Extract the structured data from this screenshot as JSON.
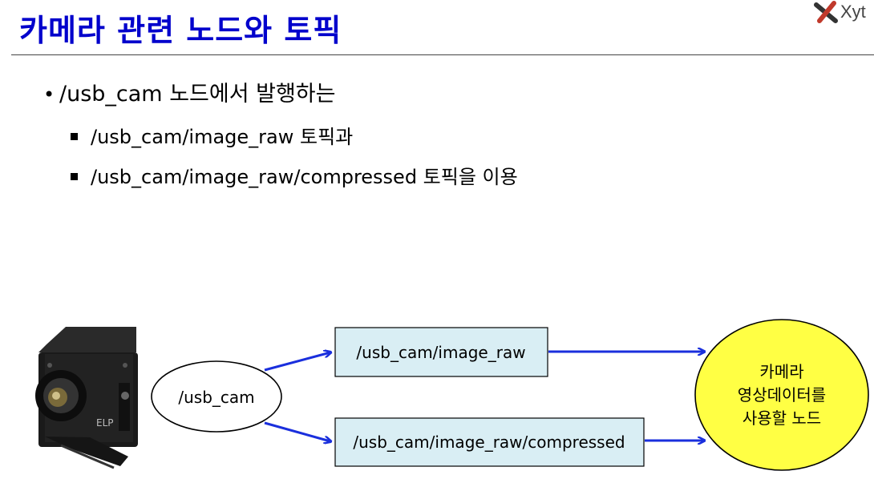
{
  "slide": {
    "title": "카메라 관련 노드와 토픽",
    "logo_text": "Xyt"
  },
  "bullets": {
    "main": "/usb_cam 노드에서 발행하는",
    "sub": [
      "/usb_cam/image_raw 토픽과",
      "/usb_cam/image_raw/compressed 토픽을 이용"
    ]
  },
  "diagram": {
    "source_node": "/usb_cam",
    "topics": [
      "/usb_cam/image_raw",
      "/usb_cam/image_raw/compressed"
    ],
    "target_node_lines": [
      "카메라",
      "영상데이터를",
      "사용할 노드"
    ],
    "camera_label": "ELP",
    "colors": {
      "title": "#0000cc",
      "arrow": "#1a2fdd",
      "topic_fill": "#d9eef4",
      "target_fill": "#ffff44"
    },
    "icons": [
      "camera-icon",
      "xytron-logo-icon"
    ]
  }
}
